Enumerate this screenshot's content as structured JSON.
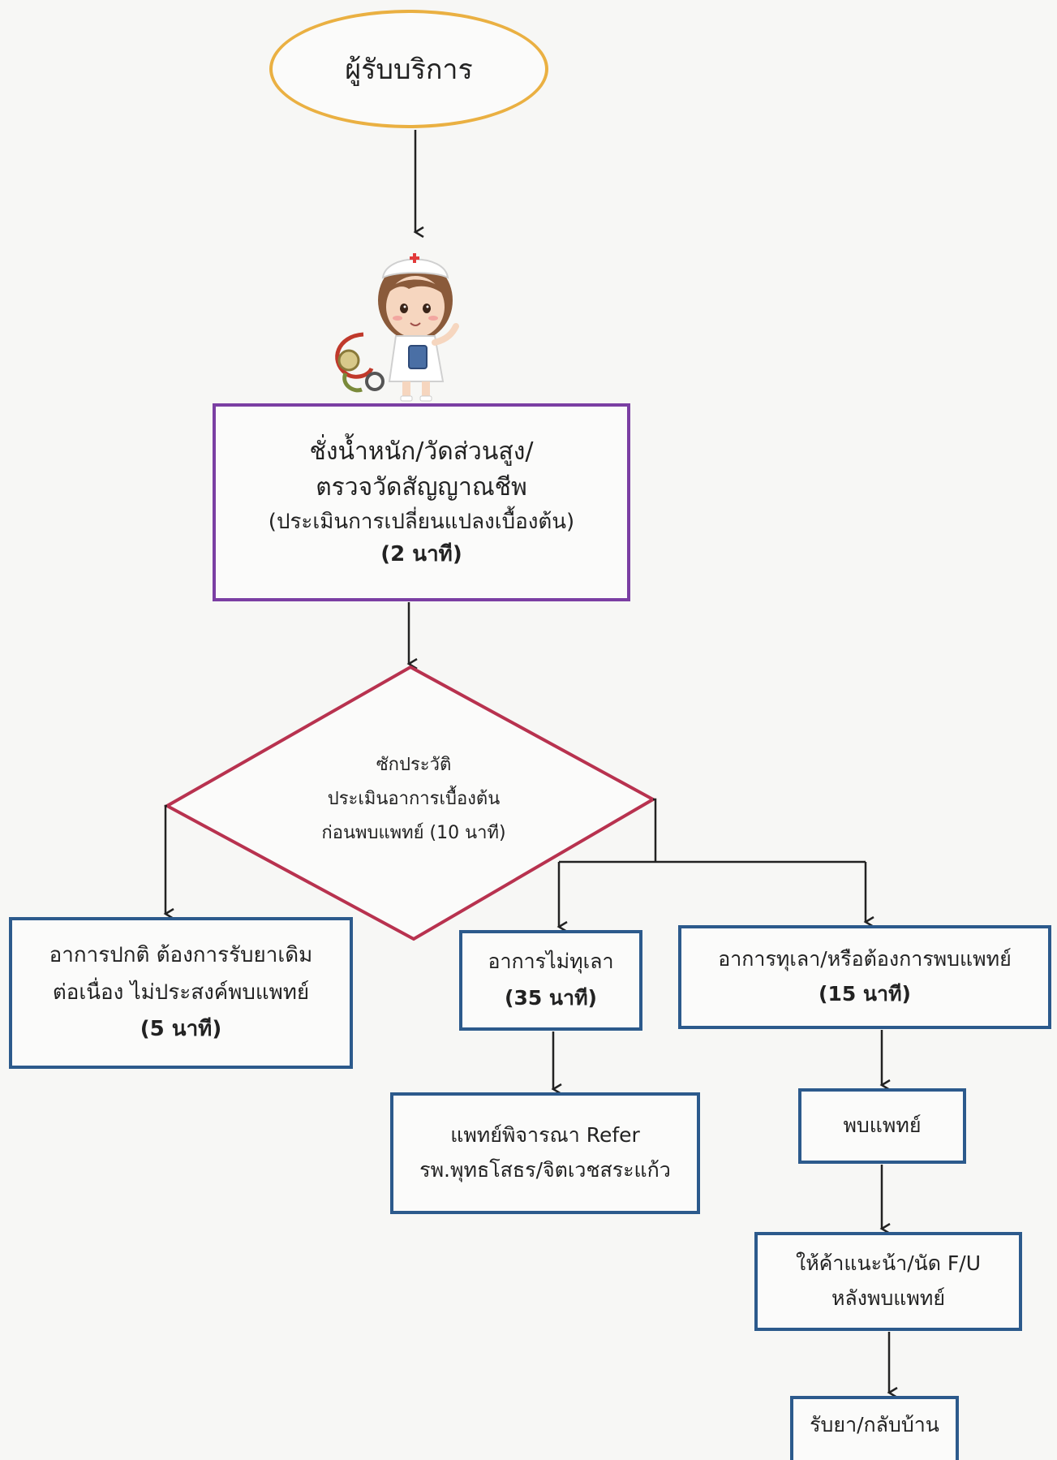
{
  "flowchart": {
    "start": "ผู้รับบริการ",
    "vitals": {
      "line1": "ชั่งน้ำหนัก/วัดส่วนสูง/",
      "line2": "ตรวจวัดสัญญาณชีพ",
      "line3": "(ประเมินการเปลี่ยนแปลงเบื้องต้น)",
      "time": "(2 นาที)"
    },
    "decision": {
      "line1": "ซักประวัติ",
      "line2": "ประเมินอาการเบื้องต้น",
      "line3": "ก่อนพบแพทย์ (10 นาที)"
    },
    "branch_normal": {
      "line1": "อาการปกติ ต้องการรับยาเดิม",
      "line2": "ต่อเนื่อง ไม่ประสงค์พบแพทย์",
      "time": "(5 นาที)"
    },
    "branch_not_improved": {
      "line1": "อาการไม่ทุเลา",
      "time": "(35 นาที)"
    },
    "branch_improved": {
      "line1": "อาการทุเลา/หรือต้องการพบแพทย์",
      "time": "(15 นาที)"
    },
    "refer": {
      "line1": "แพทย์พิจารณา Refer",
      "line2": "รพ.พุทธโสธร/จิตเวชสระแก้ว"
    },
    "see_doctor": "พบแพทย์",
    "advice": {
      "line1": "ให้ค้าแนะน้า/นัด F/U",
      "line2": "หลังพบแพทย์"
    },
    "go_home": "รับยา/กลับบ้าน"
  },
  "colors": {
    "oval_border": "#eab042",
    "vitals_border": "#7b3fa3",
    "diamond_border": "#b8324f",
    "box_border": "#2c5a8c",
    "arrow": "#222222"
  },
  "icons": {
    "nurse": "nurse-illustration"
  }
}
